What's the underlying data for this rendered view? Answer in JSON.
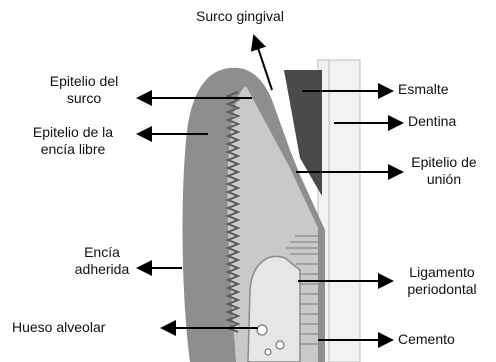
{
  "labels": {
    "surco_gingival": "Surco gingival",
    "epitelio_surco": [
      "Epitelio del",
      "surco"
    ],
    "epitelio_encia_libre": [
      "Epitelio de la",
      "encía libre"
    ],
    "encia_adherida": [
      "Encía",
      "adherida"
    ],
    "hueso_alveolar": "Hueso alveolar",
    "esmalte": "Esmalte",
    "dentina": "Dentina",
    "epitelio_union": [
      "Epitelio de",
      "unión"
    ],
    "ligamento_periodontal": [
      "Ligamento",
      "periodontal"
    ],
    "cemento": "Cemento"
  },
  "colors": {
    "gingiva_outer": "#8e8e8e",
    "connective_tissue": "#c9c9c9",
    "enamel": "#4a4a4a",
    "dentin": "#f2f2f2",
    "bone": "#e6e6e6",
    "arrow": "#000000"
  }
}
